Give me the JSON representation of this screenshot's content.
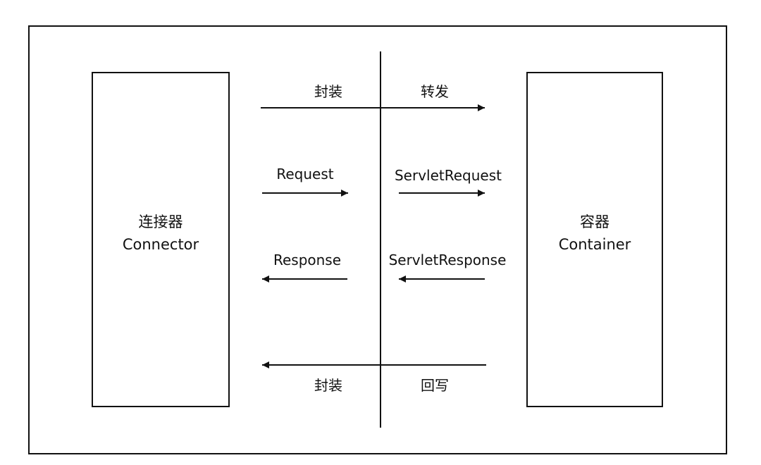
{
  "connector": {
    "title_cn": "连接器",
    "title_en": "Connector"
  },
  "container": {
    "title_cn": "容器",
    "title_en": "Container"
  },
  "flows": {
    "top_left_label": "封装",
    "top_right_label": "转发",
    "request_label": "Request",
    "servlet_request_label": "ServletRequest",
    "response_label": "Response",
    "servlet_response_label": "ServletResponse",
    "bottom_left_label": "封装",
    "bottom_right_label": "回写"
  }
}
